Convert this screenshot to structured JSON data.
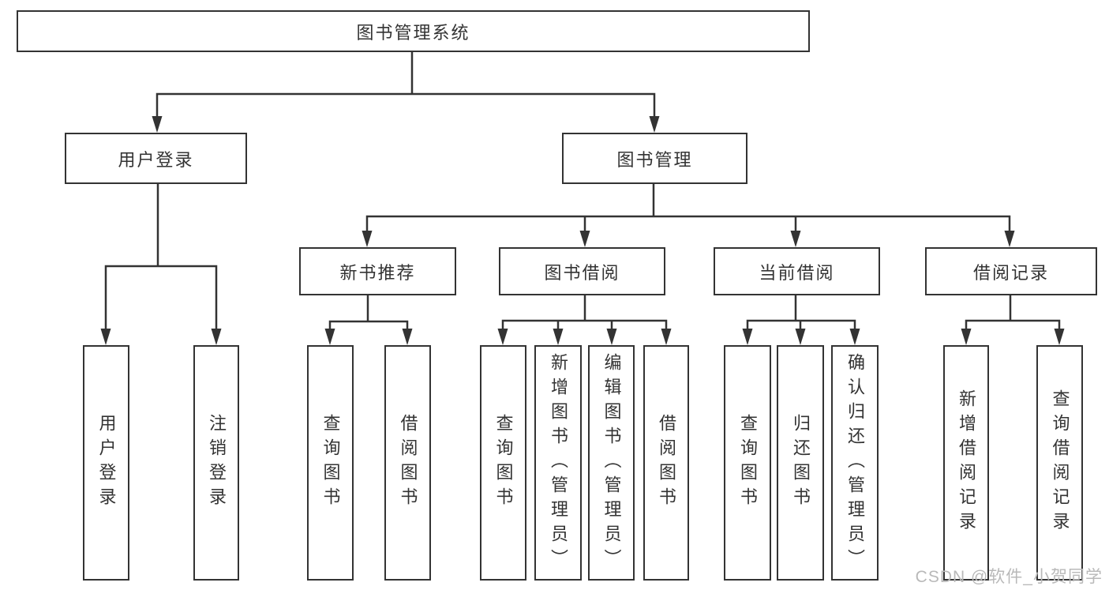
{
  "diagram_title": "图书管理系统",
  "nodes": {
    "root": {
      "label": "图书管理系统"
    },
    "userLogin": {
      "label": "用户登录"
    },
    "bookMgmt": {
      "label": "图书管理"
    },
    "newBookRec": {
      "label": "新书推荐"
    },
    "bookBorrow": {
      "label": "图书借阅"
    },
    "currentBorrow": {
      "label": "当前借阅"
    },
    "borrowRecord": {
      "label": "借阅记录"
    },
    "leafUserLogin": {
      "label": "用户登录"
    },
    "leafLogout": {
      "label": "注销登录"
    },
    "leafQueryBooks1": {
      "label": "查询图书"
    },
    "leafBorrowBooks1": {
      "label": "借阅图书"
    },
    "leafQueryBooks2": {
      "label": "查询图书"
    },
    "leafAddBooks": {
      "label": "新增图书（管理员）"
    },
    "leafEditBooks": {
      "label": "编辑图书（管理员）"
    },
    "leafBorrowBooks2": {
      "label": "借阅图书"
    },
    "leafQueryBooks3": {
      "label": "查询图书"
    },
    "leafReturnBooks": {
      "label": "归还图书"
    },
    "leafConfirmReturn": {
      "label": "确认归还（管理员）"
    },
    "leafAddRecord": {
      "label": "新增借阅记录"
    },
    "leafQueryRecord": {
      "label": "查询借阅记录"
    }
  },
  "hierarchy": {
    "图书管理系统": {
      "用户登录": [
        "用户登录",
        "注销登录"
      ],
      "图书管理": {
        "新书推荐": [
          "查询图书",
          "借阅图书"
        ],
        "图书借阅": [
          "查询图书",
          "新增图书（管理员）",
          "编辑图书（管理员）",
          "借阅图书"
        ],
        "当前借阅": [
          "查询图书",
          "归还图书",
          "确认归还（管理员）"
        ],
        "借阅记录": [
          "新增借阅记录",
          "查询借阅记录"
        ]
      }
    }
  },
  "watermark": "CSDN @软件_小贺同学",
  "colors": {
    "line": "#333333",
    "text": "#333333",
    "box_background": "#ffffff",
    "watermark": "#b9b9b9"
  }
}
